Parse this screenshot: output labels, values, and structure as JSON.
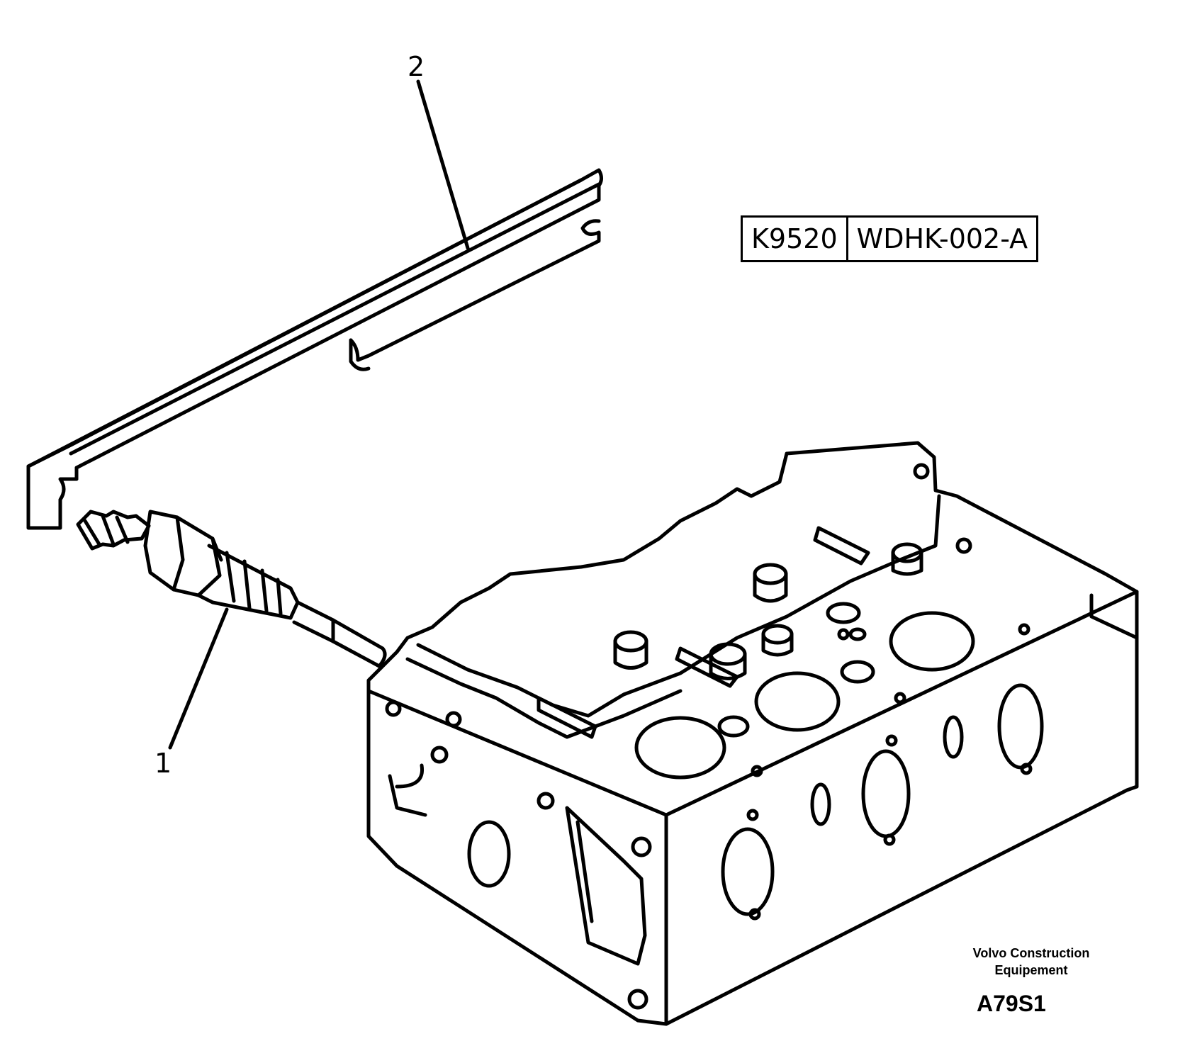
{
  "callouts": {
    "part_1": "1",
    "part_2": "2"
  },
  "reference_box": {
    "code": "K9520",
    "id": "WDHK-002-A"
  },
  "brand": {
    "line1": "Volvo Construction",
    "line2": "Equipement"
  },
  "figure_code": "A79S1",
  "colors": {
    "ink": "#000000",
    "paper": "#ffffff"
  }
}
